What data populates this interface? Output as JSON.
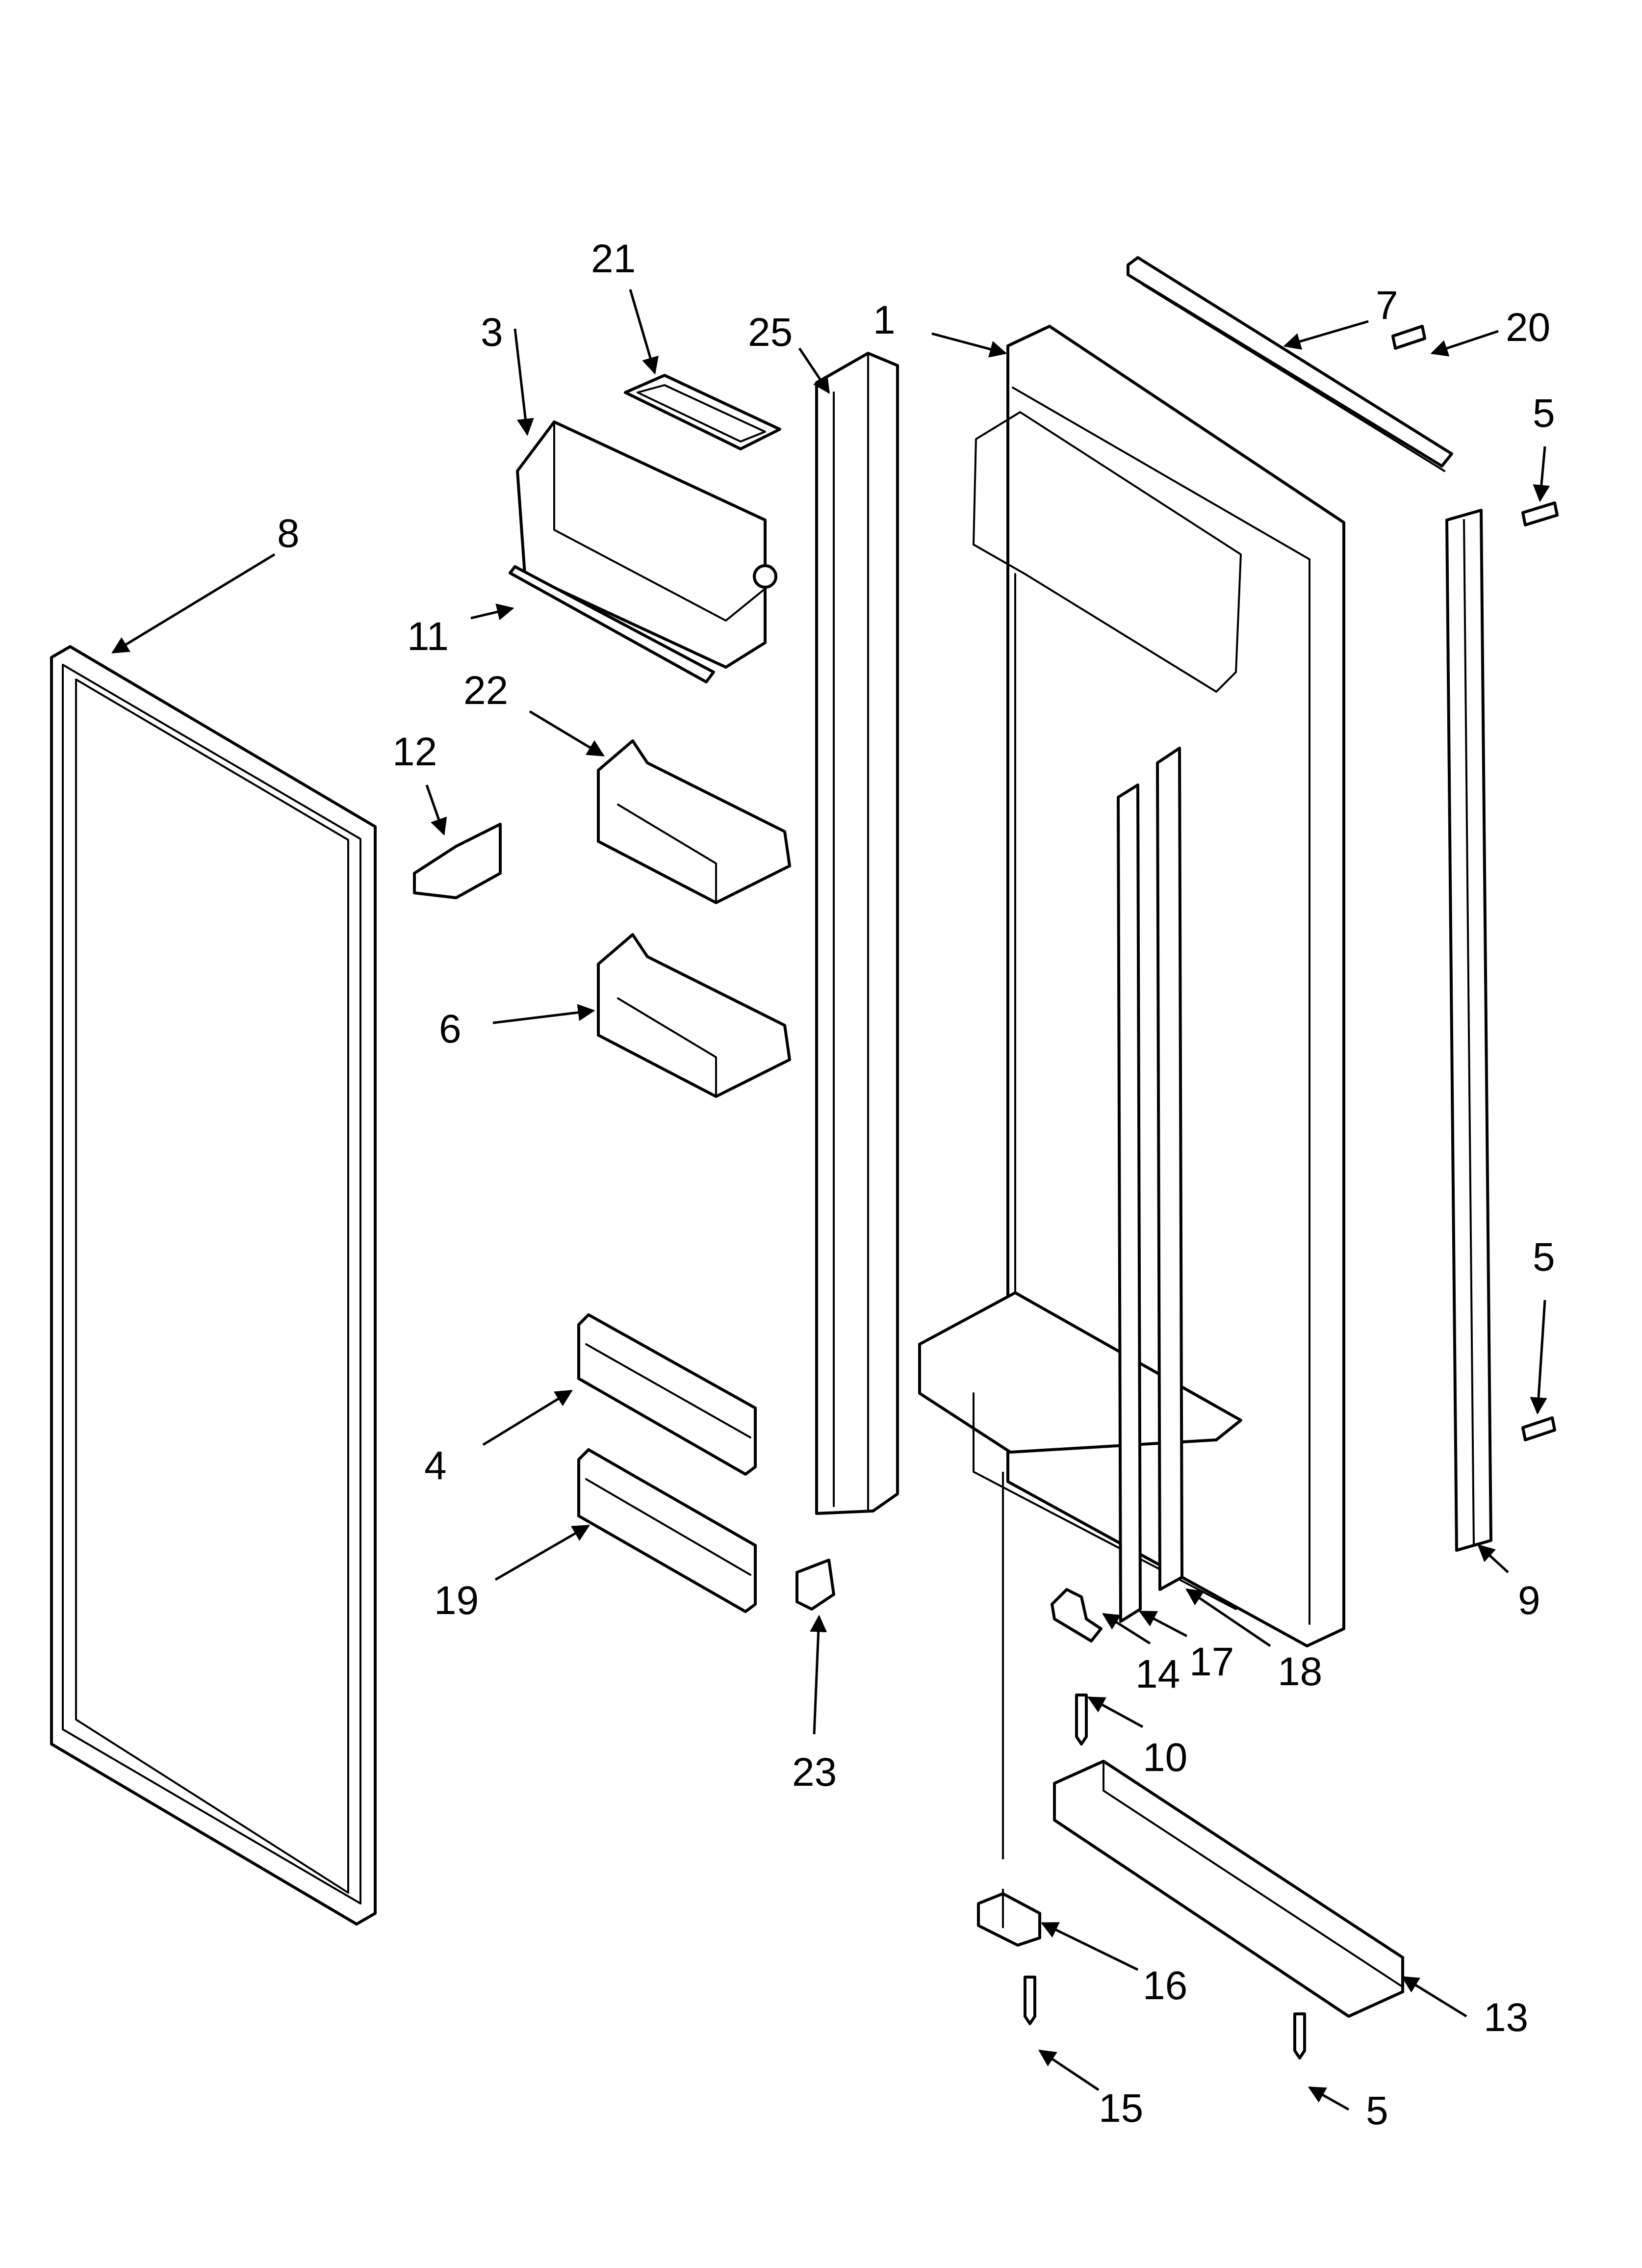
{
  "diagram": {
    "callouts": {
      "c1": "1",
      "c3": "3",
      "c4": "4",
      "c5a": "5",
      "c5b": "5",
      "c5c": "5",
      "c6": "6",
      "c7": "7",
      "c8": "8",
      "c9": "9",
      "c10": "10",
      "c11": "11",
      "c12": "12",
      "c13": "13",
      "c14": "14",
      "c15": "15",
      "c16": "16",
      "c17": "17",
      "c18": "18",
      "c19": "19",
      "c20": "20",
      "c21": "21",
      "c22": "22",
      "c23": "23",
      "c25": "25"
    },
    "line_color": "#000000",
    "background": "#ffffff"
  }
}
